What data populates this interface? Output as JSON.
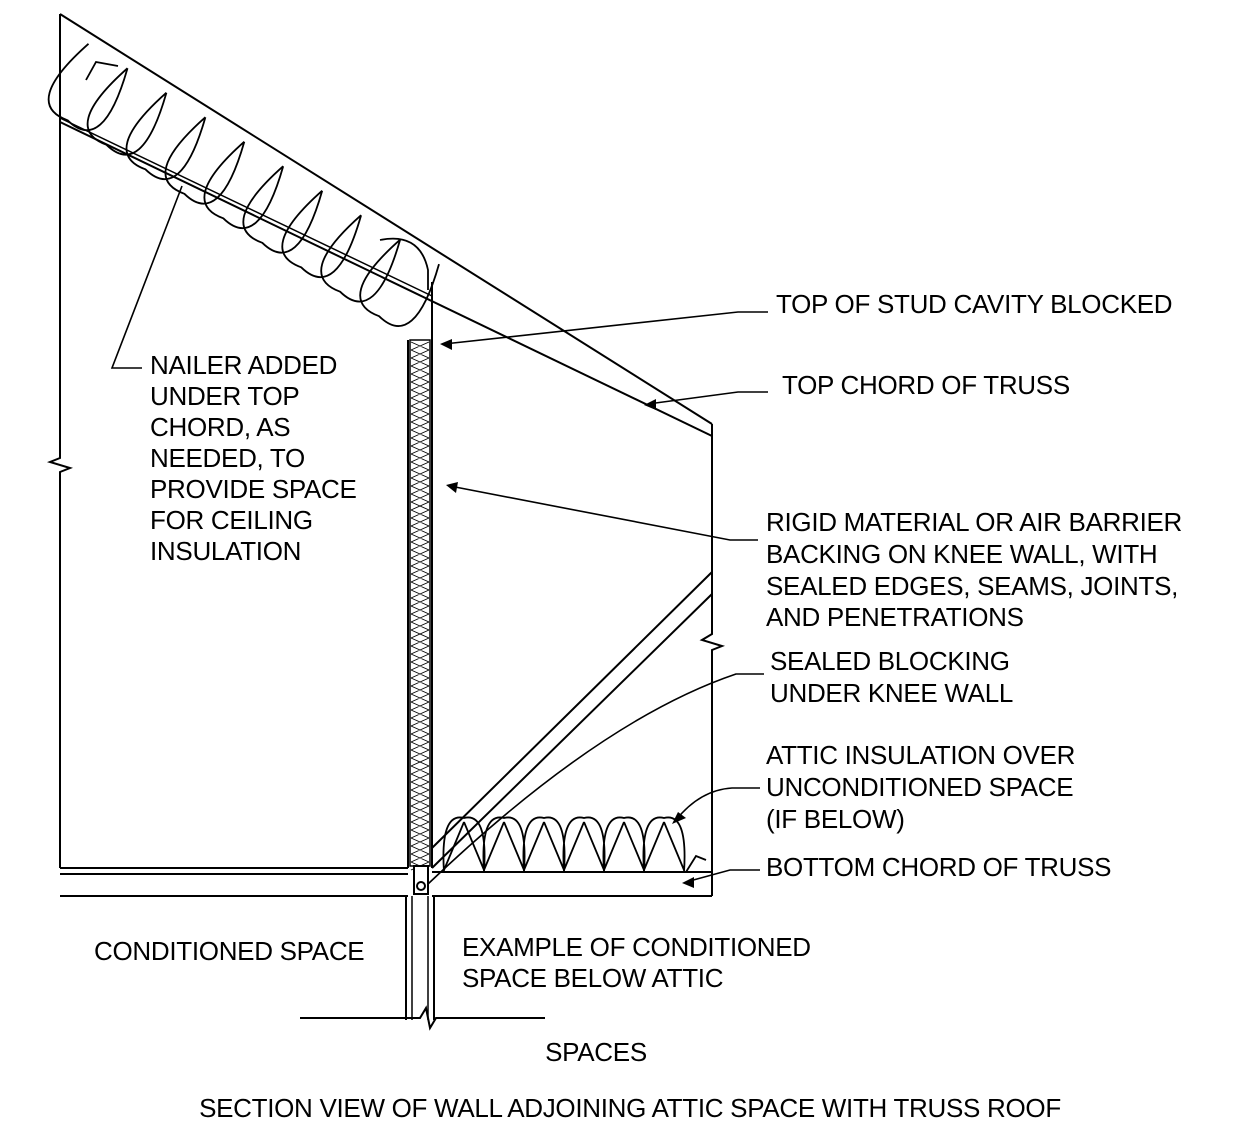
{
  "labels": {
    "nailer": [
      "NAILER ADDED",
      "UNDER TOP",
      "CHORD, AS",
      "NEEDED, TO",
      "PROVIDE SPACE",
      "FOR CEILING",
      "INSULATION"
    ],
    "top_of_stud": [
      "TOP OF STUD CAVITY BLOCKED"
    ],
    "top_chord": [
      "TOP CHORD OF TRUSS"
    ],
    "rigid_material": [
      "RIGID MATERIAL OR AIR BARRIER",
      "BACKING ON KNEE WALL, WITH",
      "SEALED EDGES, SEAMS, JOINTS,",
      "AND PENETRATIONS"
    ],
    "sealed_blocking": [
      "SEALED BLOCKING",
      "UNDER KNEE WALL"
    ],
    "attic_insulation": [
      "ATTIC INSULATION OVER",
      "UNCONDITIONED SPACE",
      "(IF BELOW)"
    ],
    "bottom_chord": [
      "BOTTOM CHORD OF TRUSS"
    ],
    "conditioned_space": [
      "CONDITIONED SPACE"
    ],
    "example_conditioned": [
      "EXAMPLE OF CONDITIONED",
      "SPACE BELOW ATTIC"
    ]
  },
  "caption": {
    "subtitle": "SPACES",
    "title": "SECTION VIEW OF WALL ADJOINING ATTIC SPACE WITH TRUSS ROOF"
  }
}
